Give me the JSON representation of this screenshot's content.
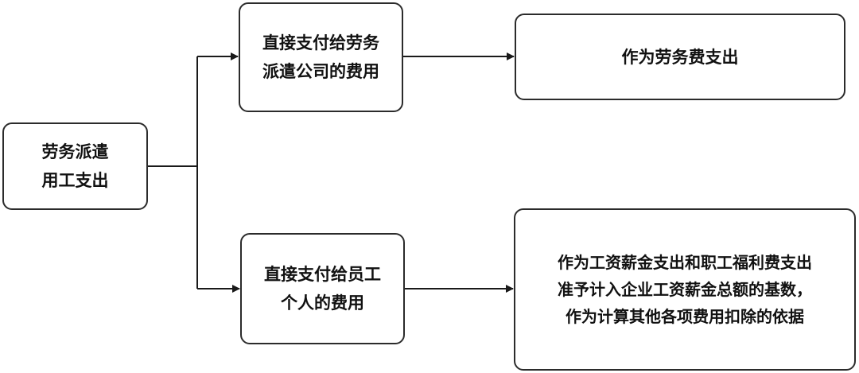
{
  "nodes": {
    "root": {
      "lines": [
        "劳务派遣",
        "用工支出"
      ]
    },
    "mid1": {
      "lines": [
        "直接支付给劳务",
        "派遣公司的费用"
      ]
    },
    "mid2": {
      "lines": [
        "直接支付给员工",
        "个人的费用"
      ]
    },
    "right1": {
      "lines": [
        "作为劳务费支出"
      ]
    },
    "right2": {
      "lines": [
        "作为工资薪金支出和职工福利费支出",
        "准予计入企业工资薪金总额的基数，",
        "作为计算其他各项费用扣除的依据"
      ]
    }
  },
  "colors": {
    "border": "#2b2b2b",
    "connector": "#1a1a1a",
    "text": "#111111"
  }
}
